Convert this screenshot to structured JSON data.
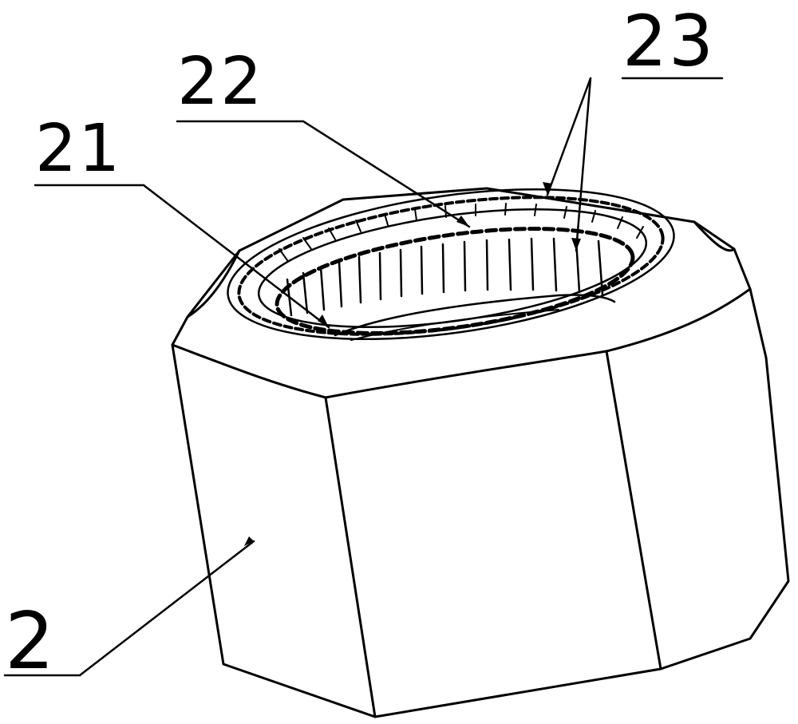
{
  "labels": {
    "part_nut": "2",
    "part_21": "21",
    "part_22": "22",
    "part_23": "23"
  },
  "colors": {
    "ink": "#000000",
    "paper": "#ffffff"
  }
}
